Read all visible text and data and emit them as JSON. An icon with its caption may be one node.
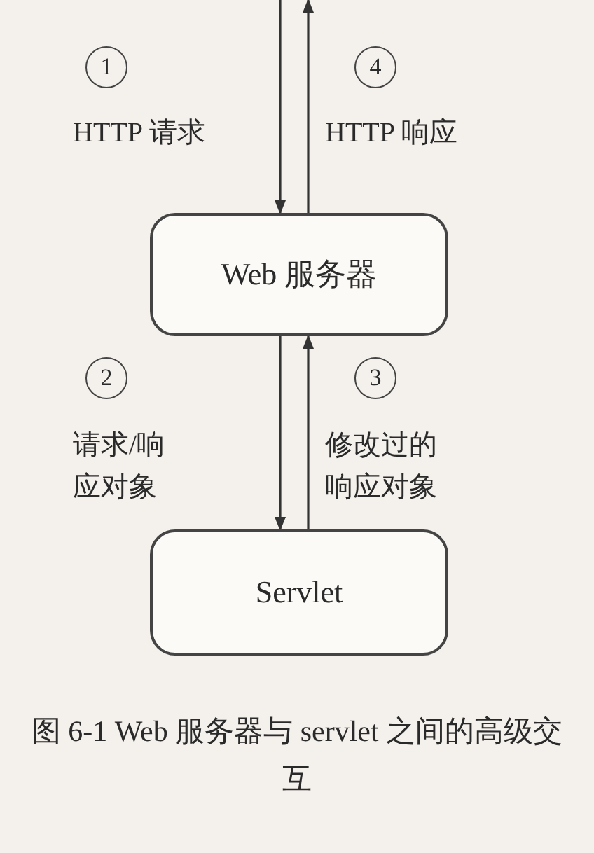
{
  "diagram": {
    "caption": "图 6-1 Web 服务器与 servlet 之间的高级交互",
    "nodes": [
      {
        "text": [
          "Web 服务器"
        ]
      },
      {
        "text": [
          "Servlet"
        ]
      }
    ],
    "edges": [
      {
        "from": null,
        "to": 0,
        "arrow": "to",
        "label": "HTTP 请求"
      },
      {
        "from": 0,
        "to": null,
        "arrow": "to",
        "label": "HTTP 响应"
      },
      {
        "from": 0,
        "to": 1,
        "arrow": "to",
        "label": "请求/响应对象"
      },
      {
        "from": 1,
        "to": 0,
        "arrow": "to",
        "label": "修改过的响应对象"
      }
    ],
    "labels": [
      "1",
      "4",
      "2",
      "3"
    ]
  }
}
